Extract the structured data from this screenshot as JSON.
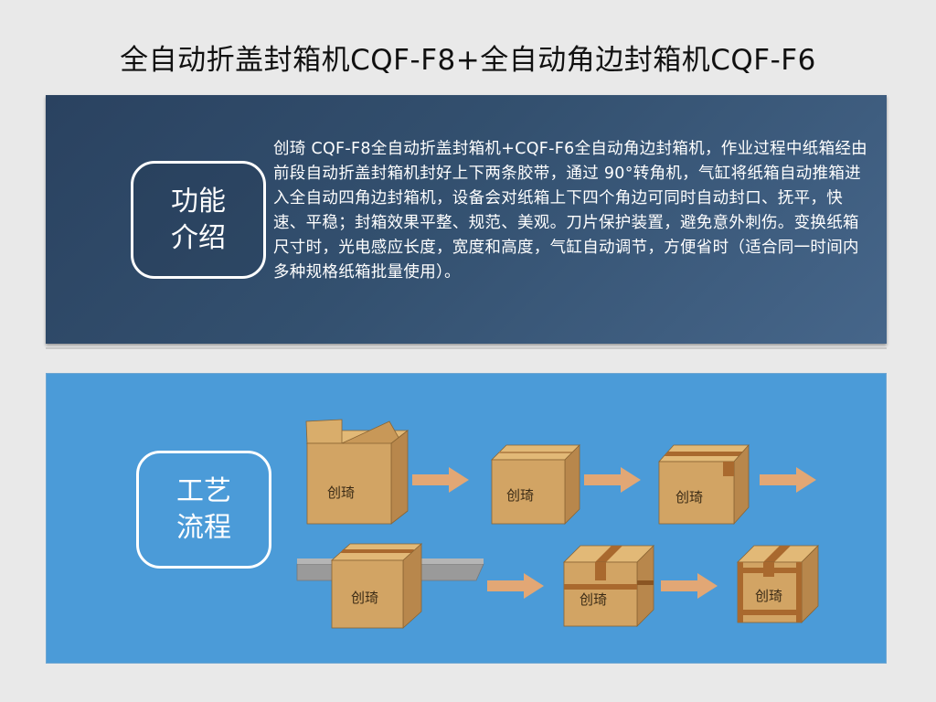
{
  "title": "全自动折盖封箱机CQF-F8+全自动角边封箱机CQF-F6",
  "intro": {
    "label_line1": "功能",
    "label_line2": "介绍",
    "description": "创琦 CQF-F8全自动折盖封箱机+CQF-F6全自动角边封箱机，作业过程中纸箱经由前段自动折盖封箱机封好上下两条胶带，通过 90°转角机，气缸将纸箱自动推箱进入全自动四角边封箱机，设备会对纸箱上下四个角边可同时自动封口、抚平，快速、平稳；封箱效果平整、规范、美观。刀片保护装置，避免意外刺伤。变换纸箱尺寸时，光电感应长度，宽度和高度，气缸自动调节，方便省时（适合同一时间内多种规格纸箱批量使用）。"
  },
  "process": {
    "label_line1": "工艺",
    "label_line2": "流程",
    "box_label": "创琦"
  },
  "colors": {
    "box_face": "#d2a464",
    "box_top": "#e2b977",
    "box_side": "#b8874c",
    "tape": "#a9692e",
    "arrow": "#e2a775",
    "conveyor": "#9a9a9a"
  },
  "icons": [
    "open-box-icon",
    "closed-box-icon",
    "taped-box-icon",
    "conveyor-box-icon",
    "cross-taped-box-icon",
    "corner-sealed-box-icon",
    "arrow-icon"
  ]
}
